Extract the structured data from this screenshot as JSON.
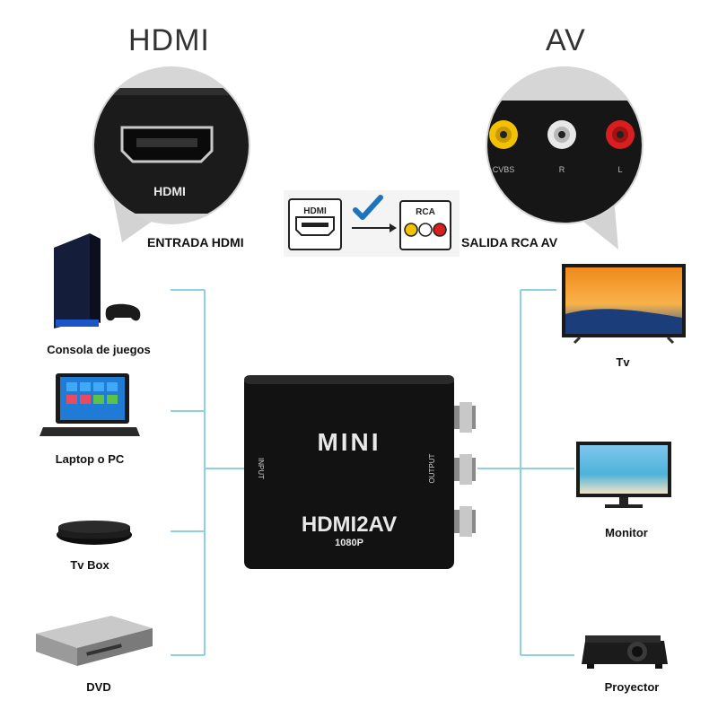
{
  "headers": {
    "left": "HDMI",
    "right": "AV"
  },
  "zoom_left": {
    "port_label": "HDMI"
  },
  "zoom_right": {
    "jack_labels": [
      "CVBS",
      "R",
      "L"
    ]
  },
  "flow": {
    "input_label": "ENTRADA HDMI",
    "output_label": "SALIDA RCA AV",
    "hdmi_icon_text": "HDMI",
    "rca_icon_text": "RCA"
  },
  "converter": {
    "brand": "MINI",
    "model": "HDMI2AV",
    "resolution": "1080P",
    "input_side": "INPUT",
    "output_side": "OUTPUT"
  },
  "sources": [
    {
      "label": "Consola de juegos",
      "icon": "game-console-icon"
    },
    {
      "label": "Laptop o PC",
      "icon": "laptop-icon"
    },
    {
      "label": "Tv Box",
      "icon": "tv-box-icon"
    },
    {
      "label": "DVD",
      "icon": "dvd-player-icon"
    }
  ],
  "outputs": [
    {
      "label": "Tv",
      "icon": "tv-icon"
    },
    {
      "label": "Monitor",
      "icon": "monitor-icon"
    },
    {
      "label": "Proyector",
      "icon": "projector-icon"
    }
  ],
  "colors": {
    "connector_line": "#8fd0e0",
    "device_body": "#111111",
    "rca_yellow": "#f2c200",
    "rca_white": "#e8e8e8",
    "rca_red": "#d81e1e",
    "check_blue": "#1e73be"
  }
}
